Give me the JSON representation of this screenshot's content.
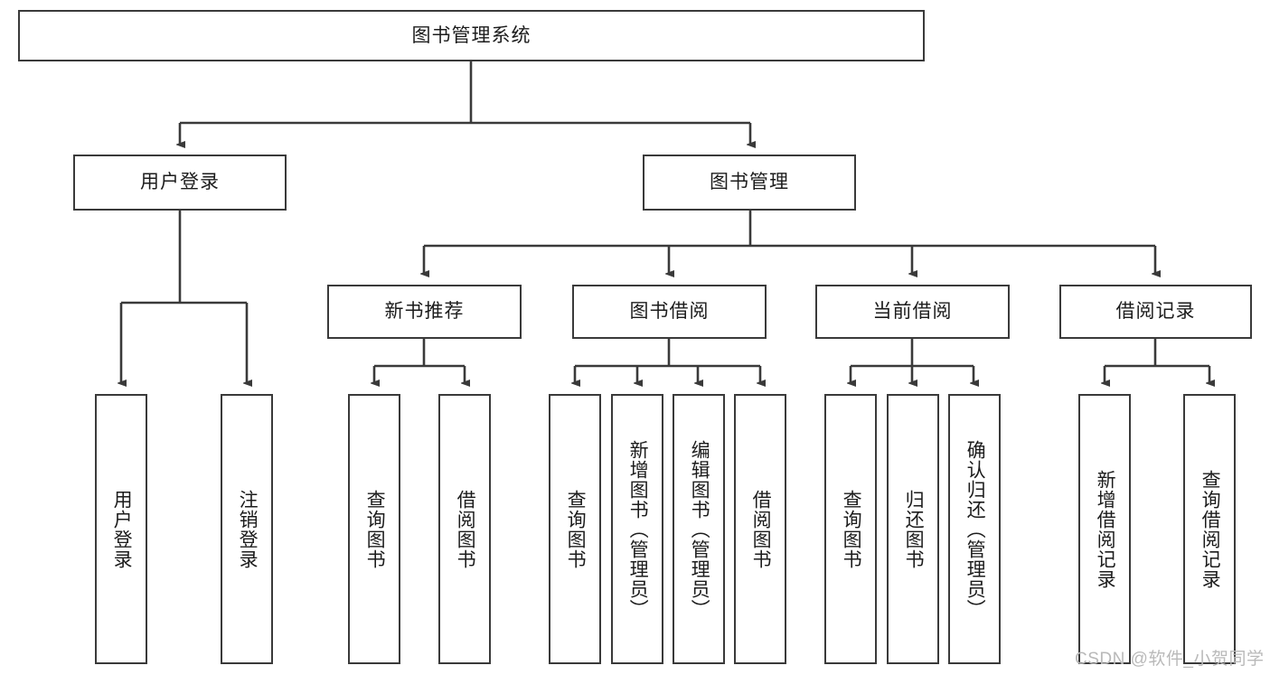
{
  "diagram": {
    "title": "图书管理系统",
    "type": "tree-hierarchy-diagram",
    "root": {
      "label": "图书管理系统"
    },
    "level2": [
      {
        "label": "用户登录"
      },
      {
        "label": "图书管理"
      }
    ],
    "level3": [
      {
        "label": "新书推荐"
      },
      {
        "label": "图书借阅"
      },
      {
        "label": "当前借阅"
      },
      {
        "label": "借阅记录"
      }
    ],
    "leaves": {
      "user_login": [
        {
          "label": "用户登录"
        },
        {
          "label": "注销登录"
        }
      ],
      "new_book_recommend": [
        {
          "label": "查询图书"
        },
        {
          "label": "借阅图书"
        }
      ],
      "book_borrow": [
        {
          "label": "查询图书"
        },
        {
          "label": "新增图书（管理员）"
        },
        {
          "label": "编辑图书（管理员）"
        },
        {
          "label": "借阅图书"
        }
      ],
      "current_borrow": [
        {
          "label": "查询图书"
        },
        {
          "label": "归还图书"
        },
        {
          "label": "确认归还（管理员）"
        }
      ],
      "borrow_records": [
        {
          "label": "新增借阅记录"
        },
        {
          "label": "查询借阅记录"
        }
      ]
    }
  },
  "colors": {
    "node_border": "#3a3a3a",
    "node_fill": "#ffffff",
    "connector": "#3a3a3a",
    "text": "#1c1c1c",
    "watermark": "#b9b9b9"
  },
  "watermark": {
    "text": "CSDN @软件_小贺同学"
  }
}
